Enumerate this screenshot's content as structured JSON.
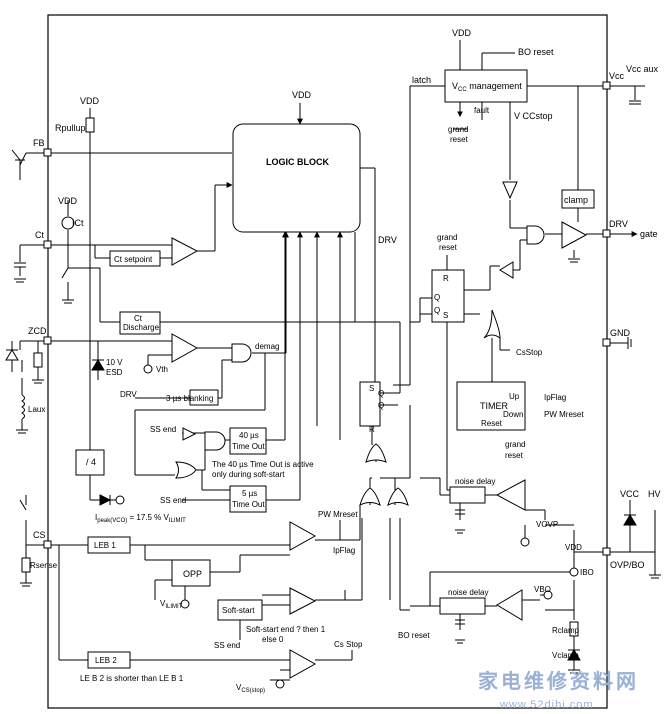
{
  "labels": {
    "vdd_top": "VDD",
    "bo_reset_top": "BO reset",
    "latch": "latch",
    "vcc_mgmt_a": "V",
    "vcc_mgmt_sub": "CC",
    "vcc_mgmt_b": " management",
    "fault": "fault",
    "vccstop": "V CCstop",
    "grand_reset_1a": "grand",
    "grand_reset_1b": "reset",
    "vcc_pin": "Vcc",
    "vcc_aux": "Vcc aux",
    "clamp": "clamp",
    "drv_pin": "DRV",
    "gate": "gate",
    "vdd_logic": "VDD",
    "logic_block": "LOGIC BLOCK",
    "vdd_rpull": "VDD",
    "rpullup": "Rpullup",
    "fb_pin": "FB",
    "vdd_ict": "VDD",
    "ict": "ICt",
    "ct_pin": "Ct",
    "ct_setpoint": "Ct setpoint",
    "drv_mid": "DRV",
    "grand_reset_2a": "grand",
    "grand_reset_2b": "reset",
    "latch_r": "R",
    "latch_q": "Q",
    "latch_qbar": "Q",
    "latch_s": "S",
    "ct_discharge_a": "Ct",
    "ct_discharge_b": "Discharge",
    "gnd_pin": "GND",
    "zcd_pin": "ZCD",
    "demag": "demag",
    "v10": "10 V",
    "esd": "ESD",
    "vth": "Vth",
    "cs_stop_mid": "CsStop",
    "laux": "Laux",
    "drv_low": "DRV",
    "blank3": "3 µs blanking",
    "ff_s": "S",
    "ff_q": "Q",
    "ff_qbar": "Q",
    "ff_r": "R",
    "timer": "TIMER",
    "timer_up": "Up",
    "timer_down": "Down",
    "timer_reset": "Reset",
    "ipflag_r": "IpFlag",
    "pwmreset_r": "PW Mreset",
    "grand_reset_3a": "grand",
    "grand_reset_3b": "reset",
    "ss_end_1": "SS end",
    "to40_a": "40 µs",
    "to40_b": "Time Out",
    "div4": "/ 4",
    "note40_a": "The 40 µs Time Out is active",
    "note40_b": "only during soft-start",
    "ss_end_2": "SS end",
    "to5_a": "5 µs",
    "to5_b": "Time Out",
    "noise_delay_1": "noise delay",
    "vcc_ovp": "VCC",
    "hv": "HV",
    "ipeak_a": "I",
    "ipeak_sub": "peak(VCO)",
    "ipeak_b": " = 17.5 % V",
    "ipeak_sub2": "ILIMIT",
    "pw_mreset": "PW Mreset",
    "vovp": "VOVP",
    "cs_pin": "CS",
    "leb1": "LEB 1",
    "ipflag": "IpFlag",
    "vdd_ibo": "VDD",
    "ovp_bo": "OVP/BO",
    "rsense": "Rsense",
    "opp": "OPP",
    "ibo": "IBO",
    "vilimit_a": "V",
    "vilimit_sub": "ILIMIT",
    "softstart": "Soft-start",
    "noise_delay_2": "noise delay",
    "vbo": "VBO",
    "ss_note_a": "Soft-start end ? then 1",
    "ss_note_b": "else 0",
    "ss_end_3": "SS end",
    "bo_reset_bottom": "BO reset",
    "rclamp": "Rclamp",
    "cs_stop_bottom": "Cs Stop",
    "leb2": "LEB 2",
    "vclamp": "Vclamp",
    "leb_note": "LE B 2 is shorter than LE B 1",
    "vcsstop_a": "V",
    "vcsstop_sub": "CS(stop)"
  },
  "watermark": {
    "cn": "家电维修资料网",
    "url": "www.52dibi.com"
  }
}
